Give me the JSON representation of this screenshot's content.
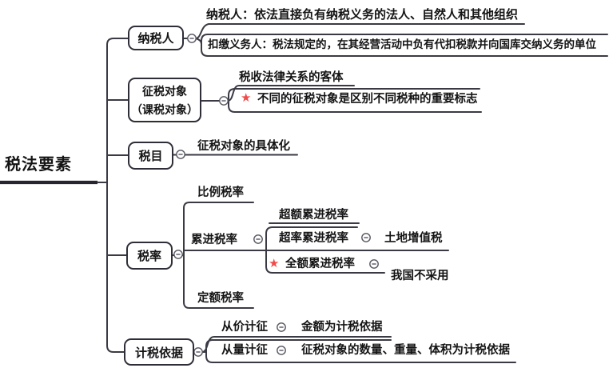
{
  "colors": {
    "line": "#3a3a44",
    "box_border": "#2e2e38",
    "text": "#141414",
    "star_red": "#ef4c49",
    "background": "#ffffff"
  },
  "icons": {
    "star": "★"
  },
  "root": {
    "label": "税法要素"
  },
  "branches": [
    {
      "label": "纳税人",
      "children": [
        {
          "text": "纳税人：依法直接负有纳税义务的法人、自然人和其他组织"
        },
        {
          "text": "扣缴义务人：税法规定的，在其经营活动中负有代扣税款并向国库交纳义务的单位"
        }
      ]
    },
    {
      "label_line1": "征税对象",
      "label_line2": "（课税对象）",
      "children": [
        {
          "text": "税收法律关系的客体"
        },
        {
          "starred": true,
          "text": "不同的征税对象是区别不同税种的重要标志"
        }
      ]
    },
    {
      "label": "税目",
      "children": [
        {
          "text": "征税对象的具体化"
        }
      ]
    },
    {
      "label": "税率",
      "children": [
        {
          "text": "比例税率"
        },
        {
          "text": "累进税率",
          "children": [
            {
              "text": "超额累进税率"
            },
            {
              "text": "超率累进税率",
              "children": [
                {
                  "text": "土地增值税"
                }
              ]
            },
            {
              "starred": true,
              "text": "全额累进税率",
              "children": [
                {
                  "text": "我国不采用"
                }
              ]
            }
          ]
        },
        {
          "text": "定额税率"
        }
      ]
    },
    {
      "label": "计税依据",
      "children": [
        {
          "text": "从价计征",
          "children": [
            {
              "text": "金额为计税依据"
            }
          ]
        },
        {
          "text": "从量计征",
          "children": [
            {
              "text": "征税对象的数量、重量、体积为计税依据"
            }
          ]
        }
      ]
    }
  ]
}
